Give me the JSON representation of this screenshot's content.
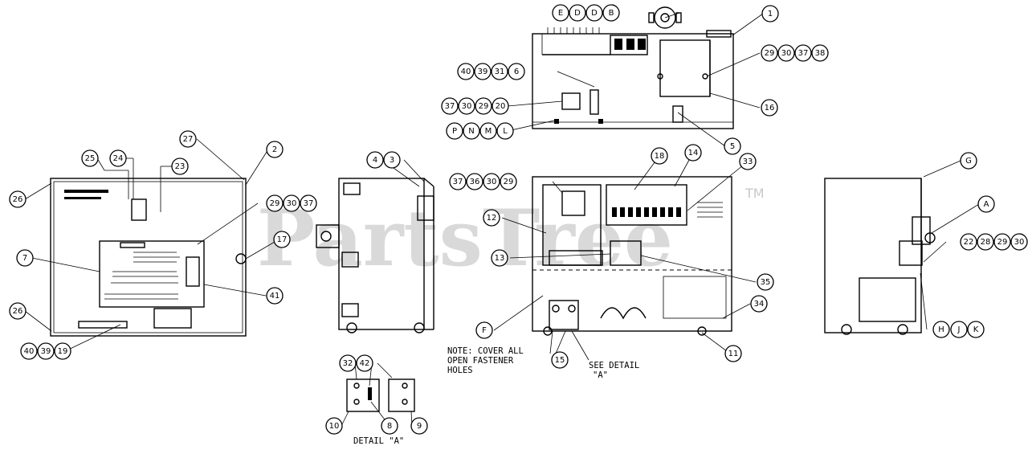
{
  "watermark": {
    "text": "PartsTree",
    "trademark": "TM"
  },
  "notes": {
    "cover_line1": "NOTE: COVER ALL",
    "cover_line2": "OPEN FASTENER",
    "cover_line3": "HOLES",
    "see_detail_line1": "SEE DETAIL",
    "see_detail_line2": "\"A\"",
    "detail_caption": "DETAIL \"A\""
  },
  "callouts": [
    {
      "id": "c-E",
      "label": "E"
    },
    {
      "id": "c-D1",
      "label": "D"
    },
    {
      "id": "c-D2",
      "label": "D"
    },
    {
      "id": "c-B",
      "label": "B"
    },
    {
      "id": "c-1",
      "label": "1"
    },
    {
      "id": "c-29a",
      "label": "29"
    },
    {
      "id": "c-30a",
      "label": "30"
    },
    {
      "id": "c-37a",
      "label": "37"
    },
    {
      "id": "c-38",
      "label": "38"
    },
    {
      "id": "c-40a",
      "label": "40"
    },
    {
      "id": "c-39a",
      "label": "39"
    },
    {
      "id": "c-31",
      "label": "31"
    },
    {
      "id": "c-6",
      "label": "6"
    },
    {
      "id": "c-16",
      "label": "16"
    },
    {
      "id": "c-37b",
      "label": "37"
    },
    {
      "id": "c-30b",
      "label": "30"
    },
    {
      "id": "c-29b",
      "label": "29"
    },
    {
      "id": "c-20",
      "label": "20"
    },
    {
      "id": "c-P",
      "label": "P"
    },
    {
      "id": "c-N",
      "label": "N"
    },
    {
      "id": "c-M",
      "label": "M"
    },
    {
      "id": "c-L",
      "label": "L"
    },
    {
      "id": "c-5",
      "label": "5"
    },
    {
      "id": "c-27",
      "label": "27"
    },
    {
      "id": "c-2",
      "label": "2"
    },
    {
      "id": "c-25",
      "label": "25"
    },
    {
      "id": "c-24",
      "label": "24"
    },
    {
      "id": "c-23",
      "label": "23"
    },
    {
      "id": "c-26a",
      "label": "26"
    },
    {
      "id": "c-29c",
      "label": "29"
    },
    {
      "id": "c-30c",
      "label": "30"
    },
    {
      "id": "c-37c",
      "label": "37"
    },
    {
      "id": "c-17",
      "label": "17"
    },
    {
      "id": "c-7",
      "label": "7"
    },
    {
      "id": "c-41",
      "label": "41"
    },
    {
      "id": "c-26b",
      "label": "26"
    },
    {
      "id": "c-40b",
      "label": "40"
    },
    {
      "id": "c-39b",
      "label": "39"
    },
    {
      "id": "c-19",
      "label": "19"
    },
    {
      "id": "c-4",
      "label": "4"
    },
    {
      "id": "c-3",
      "label": "3"
    },
    {
      "id": "c-18",
      "label": "18"
    },
    {
      "id": "c-14",
      "label": "14"
    },
    {
      "id": "c-33",
      "label": "33"
    },
    {
      "id": "c-37d",
      "label": "37"
    },
    {
      "id": "c-36",
      "label": "36"
    },
    {
      "id": "c-30d",
      "label": "30"
    },
    {
      "id": "c-29d",
      "label": "29"
    },
    {
      "id": "c-12",
      "label": "12"
    },
    {
      "id": "c-13",
      "label": "13"
    },
    {
      "id": "c-35",
      "label": "35"
    },
    {
      "id": "c-34",
      "label": "34"
    },
    {
      "id": "c-F",
      "label": "F"
    },
    {
      "id": "c-11",
      "label": "11"
    },
    {
      "id": "c-15",
      "label": "15"
    },
    {
      "id": "c-G",
      "label": "G"
    },
    {
      "id": "c-A",
      "label": "A"
    },
    {
      "id": "c-22",
      "label": "22"
    },
    {
      "id": "c-28",
      "label": "28"
    },
    {
      "id": "c-29e",
      "label": "29"
    },
    {
      "id": "c-30e",
      "label": "30"
    },
    {
      "id": "c-H",
      "label": "H"
    },
    {
      "id": "c-J",
      "label": "J"
    },
    {
      "id": "c-K",
      "label": "K"
    },
    {
      "id": "c-32",
      "label": "32"
    },
    {
      "id": "c-42",
      "label": "42"
    },
    {
      "id": "c-10",
      "label": "10"
    },
    {
      "id": "c-8",
      "label": "8"
    },
    {
      "id": "c-9",
      "label": "9"
    }
  ]
}
